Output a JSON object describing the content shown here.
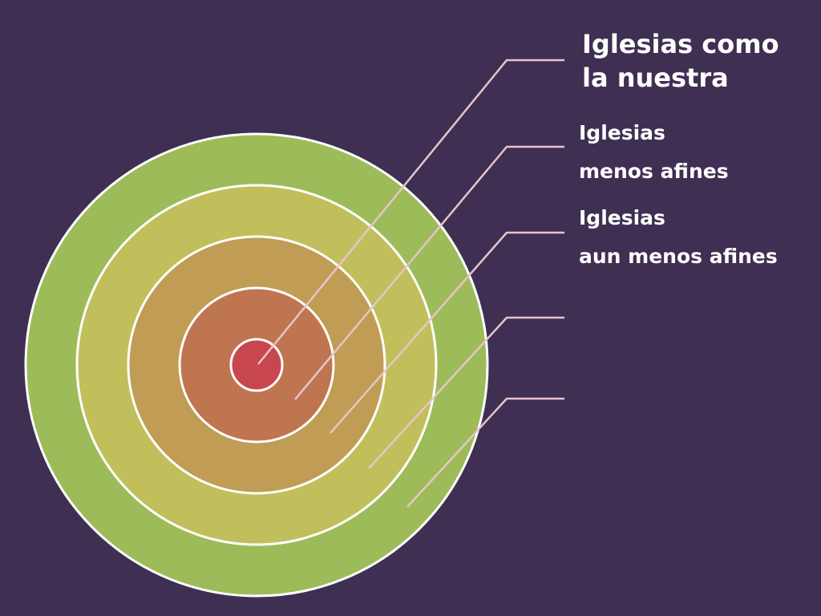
{
  "slide": {
    "background": "#3f2f53",
    "ring_colors": [
      "#9dbb59",
      "#c1bf5c",
      "#c09c55",
      "#c07551",
      "#c8474f"
    ],
    "callout_color": "#e6c5c9",
    "labels": [
      {
        "line1": "Iglesias como",
        "line2": "la nuestra"
      },
      {
        "line1": "Iglesias",
        "line2": "menos afines"
      },
      {
        "line1": "Iglesias",
        "line2": "aun menos afines"
      },
      {
        "line1": "",
        "line2": ""
      },
      {
        "line1": "",
        "line2": ""
      }
    ]
  }
}
